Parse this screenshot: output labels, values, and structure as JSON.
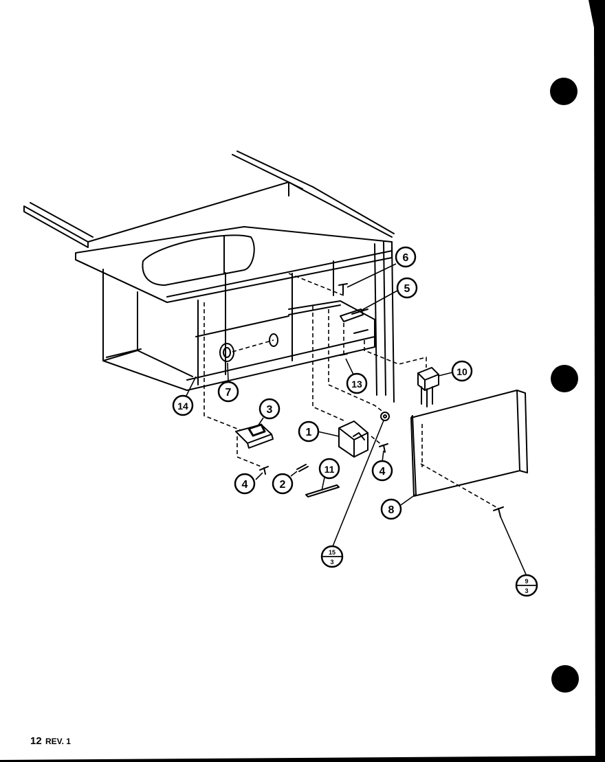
{
  "diagram": {
    "callouts": [
      {
        "id": "c1",
        "label": "1"
      },
      {
        "id": "c2",
        "label": "2"
      },
      {
        "id": "c3",
        "label": "3"
      },
      {
        "id": "c4a",
        "label": "4"
      },
      {
        "id": "c4b",
        "label": "4"
      },
      {
        "id": "c5",
        "label": "5"
      },
      {
        "id": "c6",
        "label": "6"
      },
      {
        "id": "c7",
        "label": "7"
      },
      {
        "id": "c8",
        "label": "8"
      },
      {
        "id": "c10",
        "label": "10"
      },
      {
        "id": "c11",
        "label": "11"
      },
      {
        "id": "c13",
        "label": "13"
      },
      {
        "id": "c14",
        "label": "14"
      }
    ],
    "references": [
      {
        "id": "r15",
        "top": "15",
        "bottom": "3"
      },
      {
        "id": "r9",
        "top": "9",
        "bottom": "3"
      }
    ]
  },
  "footer": {
    "page_number": "12",
    "revision": "REV. 1"
  },
  "colors": {
    "paper": "#ffffff",
    "ink": "#000000",
    "background": "#000000"
  }
}
